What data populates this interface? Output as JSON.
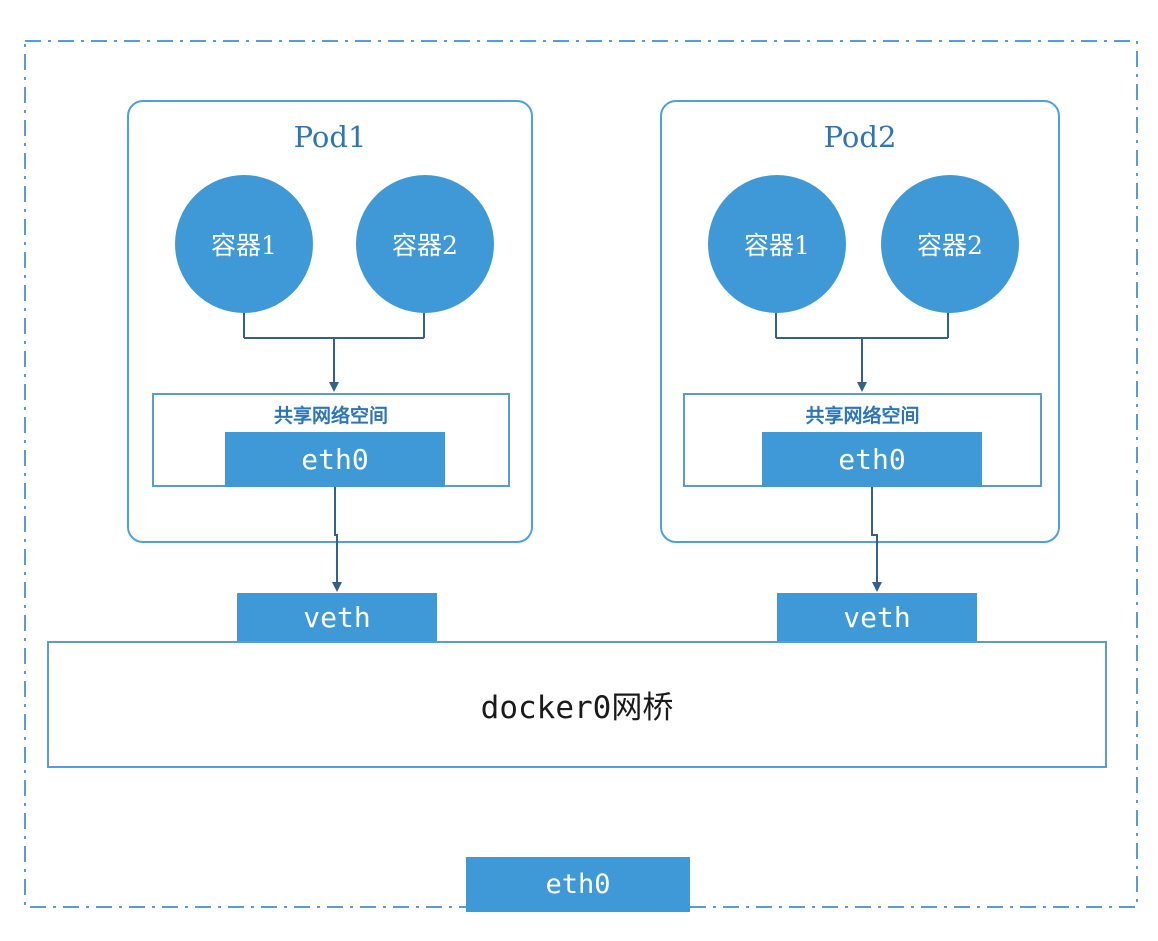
{
  "diagram": {
    "pods": [
      {
        "title": "Pod1",
        "containers": [
          {
            "label": "容器1"
          },
          {
            "label": "容器2"
          }
        ],
        "network_ns_label": "共享网络空间",
        "eth_label": "eth0",
        "veth_label": "veth"
      },
      {
        "title": "Pod2",
        "containers": [
          {
            "label": "容器1"
          },
          {
            "label": "容器2"
          }
        ],
        "network_ns_label": "共享网络空间",
        "eth_label": "eth0",
        "veth_label": "veth"
      }
    ],
    "bridge_label": "docker0网桥",
    "host_eth_label": "eth0"
  },
  "colors": {
    "fill_blue": "#3E99D6",
    "border_blue": "#5B9BD5",
    "pod_border": "#4DA1DB",
    "line_blue": "#33618C",
    "title_blue": "#2E75B6",
    "bridge_text": "#1A1A1A"
  }
}
